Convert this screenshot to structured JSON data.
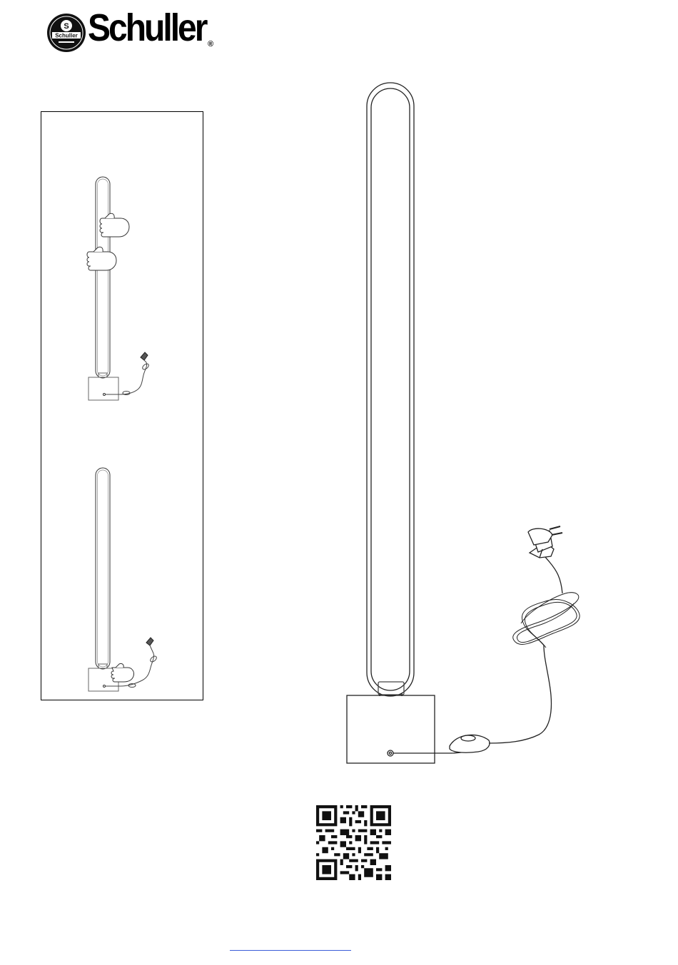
{
  "brand": {
    "name": "Schuller",
    "badge_text": "Schuller",
    "registered_mark": "®"
  },
  "footer": {
    "link_text": ""
  },
  "colors": {
    "ink": "#111111",
    "link": "#3a5dd8"
  },
  "icons": {
    "logo": "schuller-logo-icon",
    "lamp": "floor-lamp-illustration",
    "plug": "eu-plug-icon",
    "switch": "inline-foot-switch-icon",
    "hand": "pointing-hand-icon",
    "qr": "qr-code-icon"
  }
}
